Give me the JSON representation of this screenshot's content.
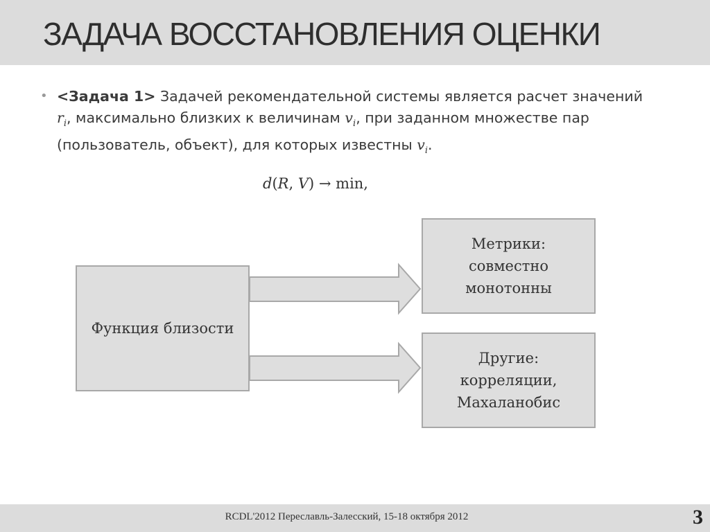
{
  "slide": {
    "title": "ЗАДАЧА ВОССТАНОВЛЕНИЯ ОЦЕНКИ",
    "bullet": {
      "marker": "•",
      "task_label": "<Задача 1>",
      "line1_rest": " Задачей рекомендательной системы является расчет значений",
      "r_var": "r",
      "r_sub": "i",
      "line2_mid": ", максимально близких к величинам ",
      "v_var": "v",
      "v_sub": "i",
      "line2_end": ", при заданном множестве пар",
      "line3": "(пользователь, объект), для которых известны ",
      "v2_var": "v",
      "v2_sub": "i",
      "line3_end": "."
    },
    "formula": {
      "d": "d",
      "open": "(",
      "R": "R",
      "comma": ", ",
      "V": "V",
      "close": ")",
      "arrow": " → ",
      "min": "min,"
    }
  },
  "diagram": {
    "source": "Функция близости",
    "target_top": "Метрики:\nсовместно\nмонотонны",
    "target_bottom": "Другие:\nкорреляции,\nМахаланобис"
  },
  "footer": {
    "text": "RCDL'2012  Переславль-Залесский, 15-18 октября 2012",
    "page_number": "3"
  }
}
